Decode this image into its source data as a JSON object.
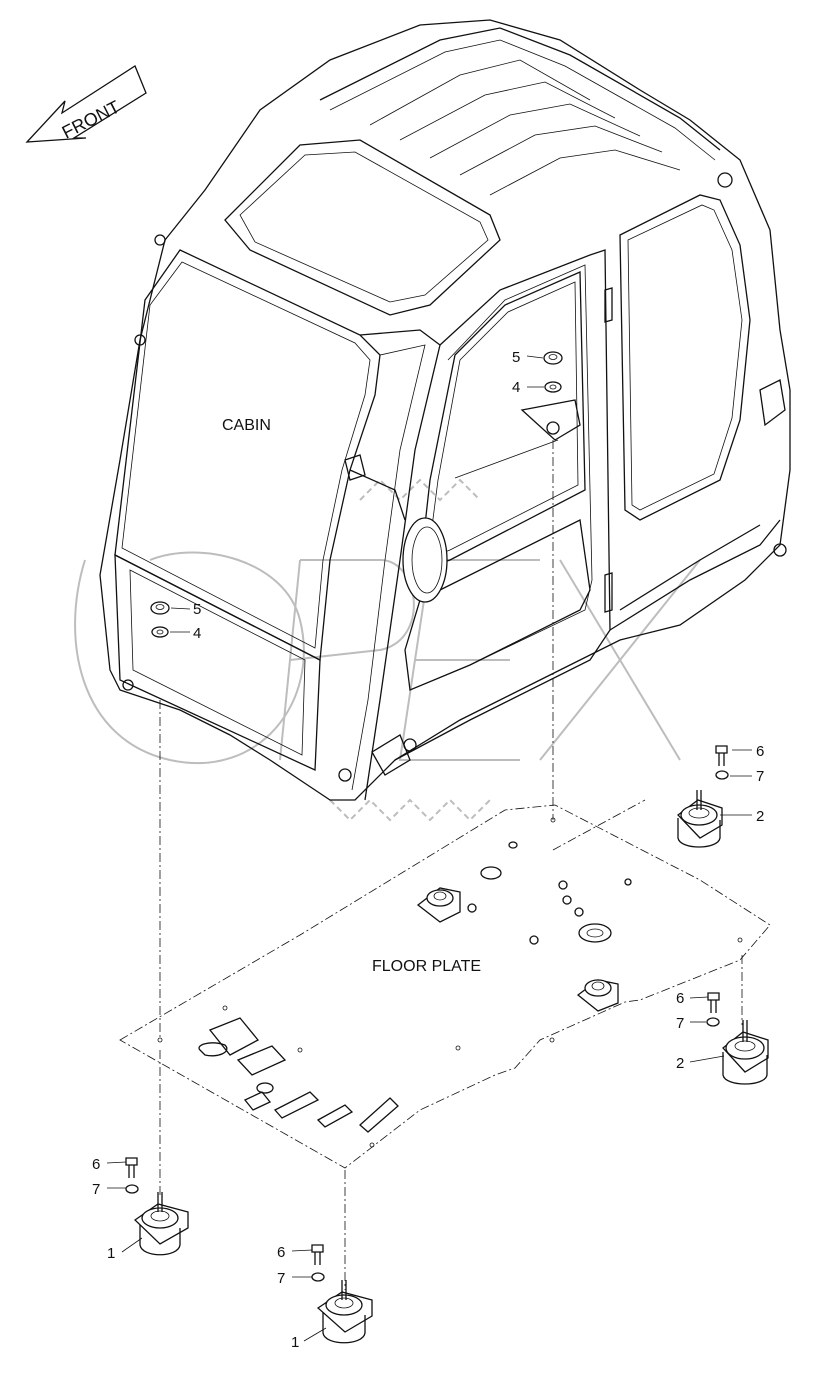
{
  "labels": {
    "front": "FRONT",
    "cabin": "CABIN",
    "floor_plate": "FLOOR PLATE",
    "watermark": "OPEX"
  },
  "callouts": {
    "c5_cab_right": "5",
    "c4_cab_right": "4",
    "c5_cab_left": "5",
    "c4_cab_left": "4",
    "c6_rear_right": "6",
    "c7_rear_right": "7",
    "c2_rear_right": "2",
    "c6_front_right": "6",
    "c7_front_right": "7",
    "c2_front_right": "2",
    "c6_rear_left": "6",
    "c7_rear_left": "7",
    "c1_rear_left": "1",
    "c6_front_left": "6",
    "c7_front_left": "7",
    "c1_front_left": "1"
  }
}
